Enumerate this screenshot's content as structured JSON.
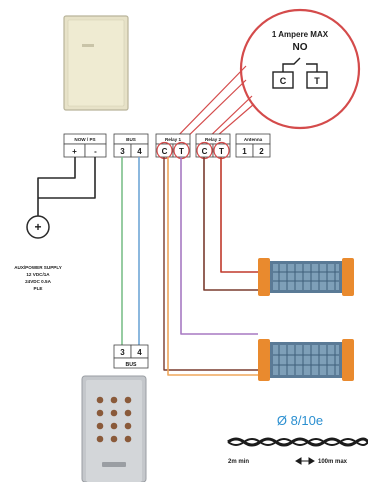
{
  "terminal_block": {
    "groups": [
      {
        "title": "NOW / PS",
        "terminals": [
          "+",
          "-"
        ]
      },
      {
        "title": "BUS",
        "terminals": [
          "3",
          "4"
        ]
      },
      {
        "title": "Relay 1",
        "terminals": [
          "C",
          "T"
        ]
      },
      {
        "title": "Relay 2",
        "terminals": [
          "C",
          "T"
        ]
      },
      {
        "title": "Antenna",
        "terminals": [
          "1",
          "2"
        ]
      }
    ]
  },
  "callout": {
    "title": "1 Ampere MAX",
    "mode": "NO",
    "terminals": [
      "C",
      "T"
    ]
  },
  "power_supply": {
    "symbol": "+",
    "label_lines": [
      "AUX/POWER SUPPLY",
      "12 VDC/1A",
      "24VDC 0.5A",
      "PLE"
    ]
  },
  "keypad": {
    "bus_terminals": [
      "3",
      "4"
    ],
    "bus_label": "BUS"
  },
  "cable": {
    "diameter": "Ø 8/10e",
    "min_label": "2m min",
    "max_label": "100m max"
  },
  "wire_colors": {
    "black": "#2a2a2a",
    "red": "#c0392b",
    "green": "#7cc08a",
    "blue": "#6fa6d6",
    "orange": "#efa75b",
    "purple": "#a779c2",
    "brown": "#7a3b2e"
  }
}
